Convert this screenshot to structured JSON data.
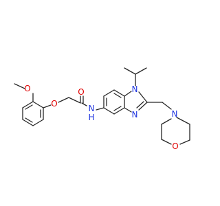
{
  "molecule": {
    "atoms": [
      {
        "id": "o-methoxy",
        "label": "O",
        "color": "#e00000"
      },
      {
        "id": "o-ether",
        "label": "O",
        "color": "#e00000"
      },
      {
        "id": "o-carbonyl",
        "label": "O",
        "color": "#e00000"
      },
      {
        "id": "nh-amide",
        "label": "N",
        "sub": "H",
        "color": "#1f35e0"
      },
      {
        "id": "n1-benzimidazole",
        "label": "N",
        "color": "#1f35e0"
      },
      {
        "id": "n3-benzimidazole",
        "label": "N",
        "color": "#1f35e0"
      },
      {
        "id": "n-morpholine",
        "label": "N",
        "color": "#1f35e0"
      },
      {
        "id": "o-morpholine",
        "label": "O",
        "color": "#e00000"
      }
    ],
    "bond_color": "#262626"
  }
}
